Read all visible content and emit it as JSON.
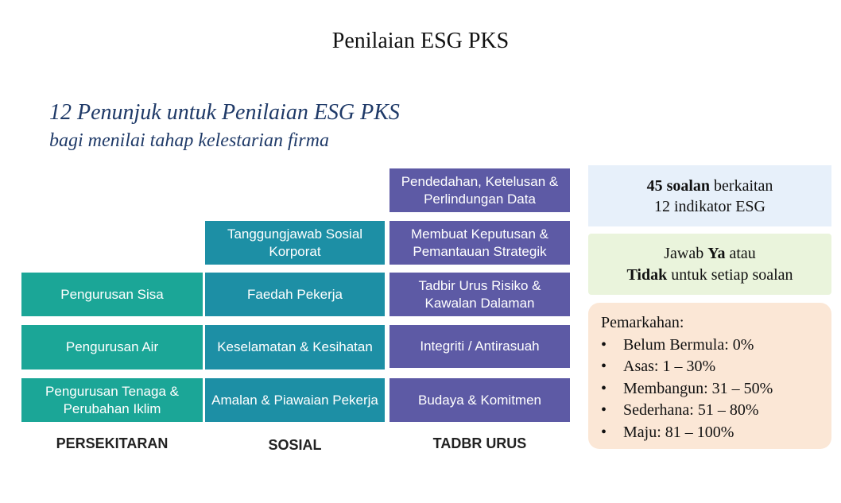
{
  "title": "Penilaian ESG PKS",
  "subtitle": {
    "line1": "12 Penunjuk untuk Penilaian ESG PKS",
    "line2": "bagi menilai tahap kelestarian firma"
  },
  "pillars": {
    "environment": {
      "label": "PERSEKITARAN",
      "color": "#1ba697",
      "items": [
        "Pengurusan Sisa",
        "Pengurusan Air",
        "Pengurusan Tenaga & Perubahan Iklim"
      ]
    },
    "social": {
      "label": "SOSIAL",
      "color": "#1d8fa5",
      "items": [
        "Tanggungjawab Sosial Korporat",
        "Faedah Pekerja",
        "Keselamatan & Kesihatan",
        "Amalan & Piawaian Pekerja"
      ]
    },
    "governance": {
      "label": "TADBR URUS",
      "color": "#5d5aa5",
      "items": [
        "Pendedahan, Ketelusan & Perlindungan Data",
        "Membuat Keputusan & Pemantauan Strategik",
        "Tadbir Urus Risiko & Kawalan Dalaman",
        "Integriti / Antirasuah",
        "Budaya & Komitmen"
      ]
    }
  },
  "info": {
    "questions": {
      "bold": "45 soalan",
      "rest": " berkaitan",
      "line2": "12 indikator ESG"
    },
    "answer": {
      "pre": "Jawab ",
      "yes": "Ya",
      "mid": " atau",
      "no": "Tidak",
      "post": " untuk setiap soalan"
    },
    "scoring": {
      "heading": "Pemarkahan:",
      "bullet": "•",
      "levels": [
        "Belum Bermula: 0%",
        "Asas: 1 – 30%",
        "Membangun: 31 – 50%",
        "Sederhana: 51 – 80%",
        "Maju: 81 – 100%"
      ]
    }
  }
}
